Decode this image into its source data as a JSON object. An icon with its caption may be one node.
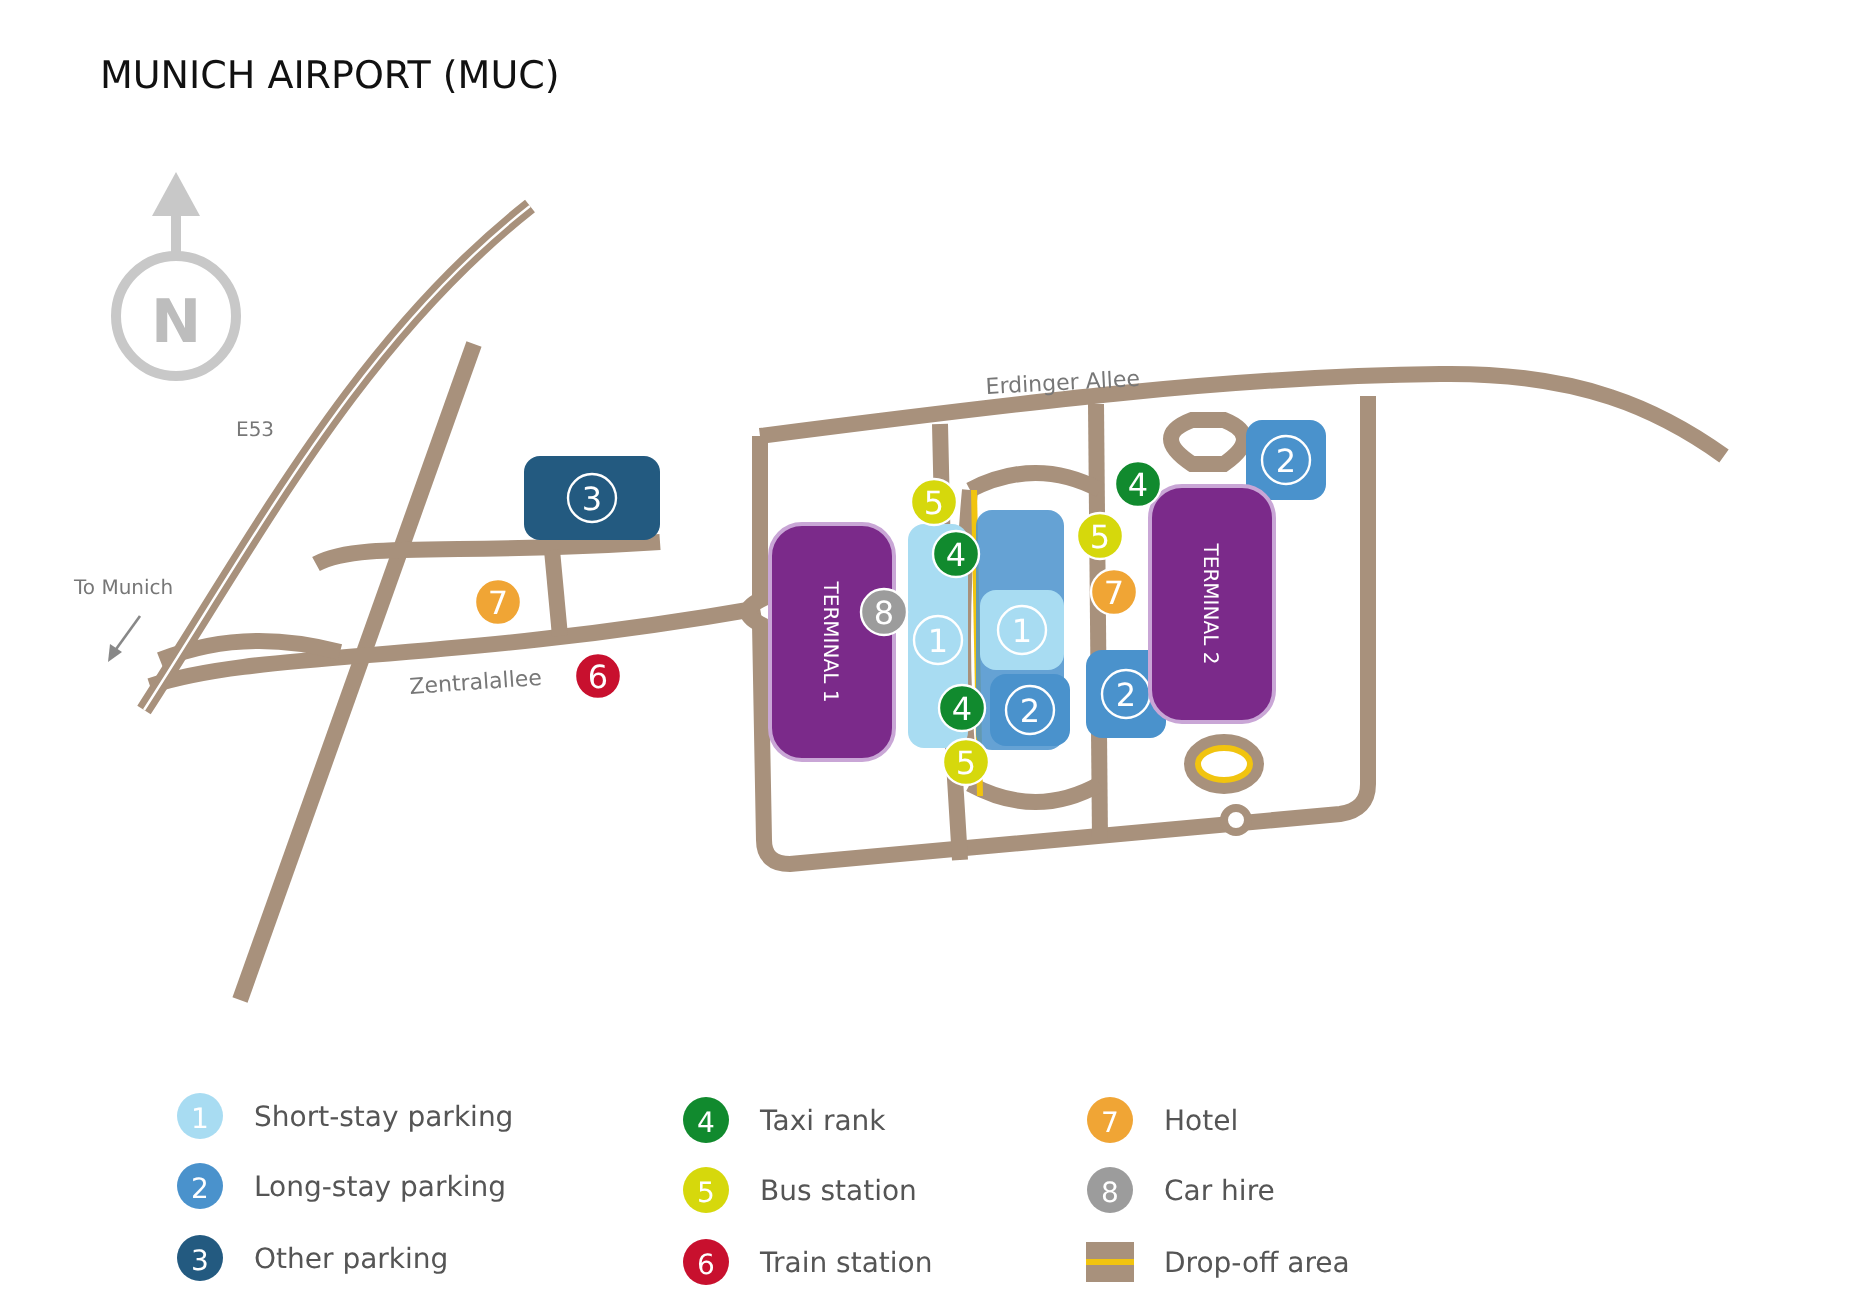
{
  "diagram": {
    "title": "MUNICH AIRPORT (MUC)",
    "nodes": [
      {
        "text": [
          "3"
        ]
      },
      {
        "text": [
          "5"
        ]
      },
      {
        "text": [
          "4"
        ]
      },
      {
        "text": [
          "2"
        ]
      },
      {
        "text": [
          "4"
        ]
      },
      {
        "text": [
          "TERMINAL 1"
        ]
      },
      {
        "text": [
          "5"
        ]
      },
      {
        "text": [
          "TERMINAL 2"
        ]
      },
      {
        "text": [
          "7"
        ]
      },
      {
        "text": [
          "8"
        ]
      },
      {
        "text": [
          "1"
        ]
      },
      {
        "text": [
          "1"
        ]
      },
      {
        "text": [
          "7"
        ]
      },
      {
        "text": [
          "2"
        ]
      },
      {
        "text": [
          "2"
        ]
      },
      {
        "text": [
          "6"
        ]
      },
      {
        "text": [
          "4"
        ]
      },
      {
        "text": [
          "5"
        ]
      }
    ],
    "labels": [
      "N",
      "E53",
      "Erdinger Allee",
      "To Munich",
      "Zentralallee",
      "1",
      "4",
      "7",
      "2",
      "5",
      "8",
      "3",
      "6"
    ],
    "legend": [
      {
        "text": "Short-stay parking",
        "color": "#a8dcf2"
      },
      {
        "text": "Taxi rank",
        "color": "#118a2e"
      },
      {
        "text": "Hotel",
        "color": "#f0a535"
      },
      {
        "text": "Long-stay parking",
        "color": "#4a92cc"
      },
      {
        "text": "Bus station",
        "color": "#d6d80c"
      },
      {
        "text": "Car hire",
        "color": "#9c9c9c"
      },
      {
        "text": "Other parking",
        "color": "#235a80"
      },
      {
        "text": "Train station",
        "color": "#c8102e"
      },
      {
        "text": "Drop-off area"
      }
    ]
  }
}
